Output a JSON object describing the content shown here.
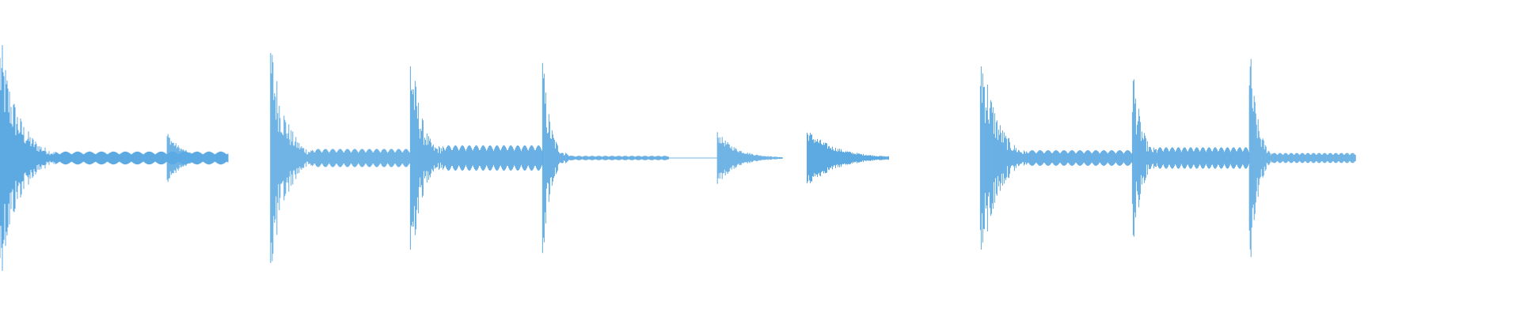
{
  "waveform": {
    "color": "#5DAAE3",
    "background": "#FFFFFF",
    "segments": [
      {
        "start": 0.0,
        "end": 0.15,
        "peak": 0.96,
        "kind": "strike",
        "decay": 0.08,
        "sustain": 0.05
      },
      {
        "start": 0.11,
        "end": 0.15,
        "peak": 0.2,
        "kind": "blip",
        "decay": 0.25,
        "sustain": 0.0
      },
      {
        "start": 0.178,
        "end": 0.27,
        "peak": 0.97,
        "kind": "strike",
        "decay": 0.1,
        "sustain": 0.07
      },
      {
        "start": 0.27,
        "end": 0.357,
        "peak": 0.94,
        "kind": "strike",
        "decay": 0.08,
        "sustain": 0.1
      },
      {
        "start": 0.357,
        "end": 0.44,
        "peak": 0.8,
        "kind": "strike",
        "decay": 0.06,
        "sustain": 0.02
      },
      {
        "start": 0.44,
        "end": 0.472,
        "peak": 0.05,
        "kind": "flat",
        "decay": 0.0,
        "sustain": 0.05
      },
      {
        "start": 0.472,
        "end": 0.515,
        "peak": 0.2,
        "kind": "blip",
        "decay": 0.3,
        "sustain": 0.0
      },
      {
        "start": 0.531,
        "end": 0.585,
        "peak": 0.22,
        "kind": "blip",
        "decay": 0.35,
        "sustain": 0.0
      },
      {
        "start": 0.645,
        "end": 0.745,
        "peak": 0.97,
        "kind": "strike",
        "decay": 0.1,
        "sustain": 0.06
      },
      {
        "start": 0.745,
        "end": 0.822,
        "peak": 0.8,
        "kind": "strike",
        "decay": 0.07,
        "sustain": 0.1
      },
      {
        "start": 0.822,
        "end": 0.892,
        "peak": 0.94,
        "kind": "strike",
        "decay": 0.07,
        "sustain": 0.04
      }
    ],
    "dots": [
      0.15,
      0.513,
      0.531
    ]
  }
}
